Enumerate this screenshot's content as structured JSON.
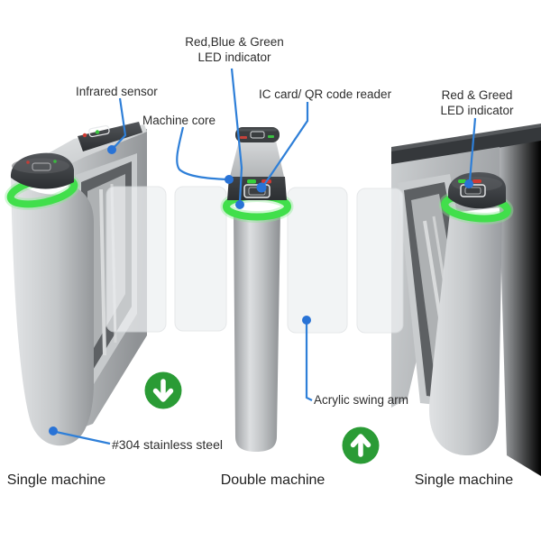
{
  "figure": {
    "type": "annotated product diagram",
    "subject": "speed gate swing barrier turnstiles"
  },
  "annotations": {
    "led_rbg": {
      "line1": "Red,Blue & Green",
      "line2": "LED indicator"
    },
    "infrared_sensor": {
      "label": "Infrared sensor"
    },
    "machine_core": {
      "label": "Machine core"
    },
    "ic_qr_reader": {
      "label": "IC card/ QR code reader"
    },
    "led_rg": {
      "line1": "Red & Greed",
      "line2": "LED indicator"
    },
    "stainless_steel": {
      "label": "#304 stainless steel"
    },
    "acrylic_swing_arm": {
      "label": "Acrylic swing arm"
    }
  },
  "captions": {
    "left": "Single machine",
    "center": "Double machine",
    "right": "Single machine"
  },
  "icons": {
    "down_arrow": "down-arrow-icon",
    "up_arrow": "up-arrow-icon"
  },
  "colors": {
    "annotation_line": "#2e7fd8",
    "annotation_dot": "#2973d6",
    "led_ring_green": "#41df4b",
    "direction_arrow_green": "#2a9b35",
    "machine_dark": "#35383b",
    "machine_silver": "#c9cccf",
    "label_text": "#2d2d2d"
  }
}
